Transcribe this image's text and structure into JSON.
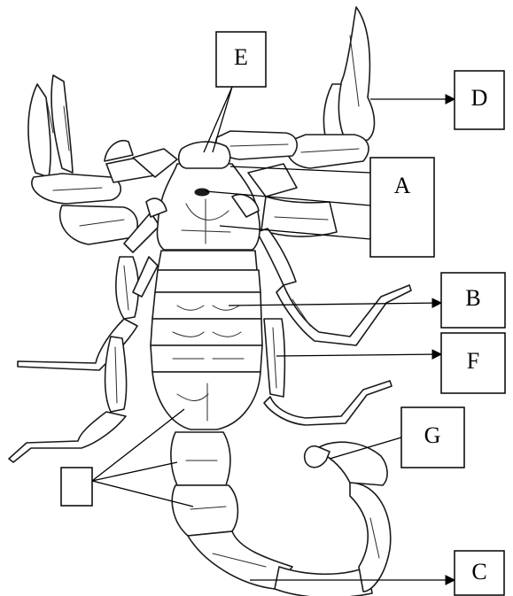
{
  "labels": {
    "a": "A",
    "b": "B",
    "c": "C",
    "d": "D",
    "e": "E",
    "f": "F",
    "g": "G",
    "blank": ""
  },
  "colors": {
    "ink": "#000000",
    "paper": "#ffffff"
  }
}
